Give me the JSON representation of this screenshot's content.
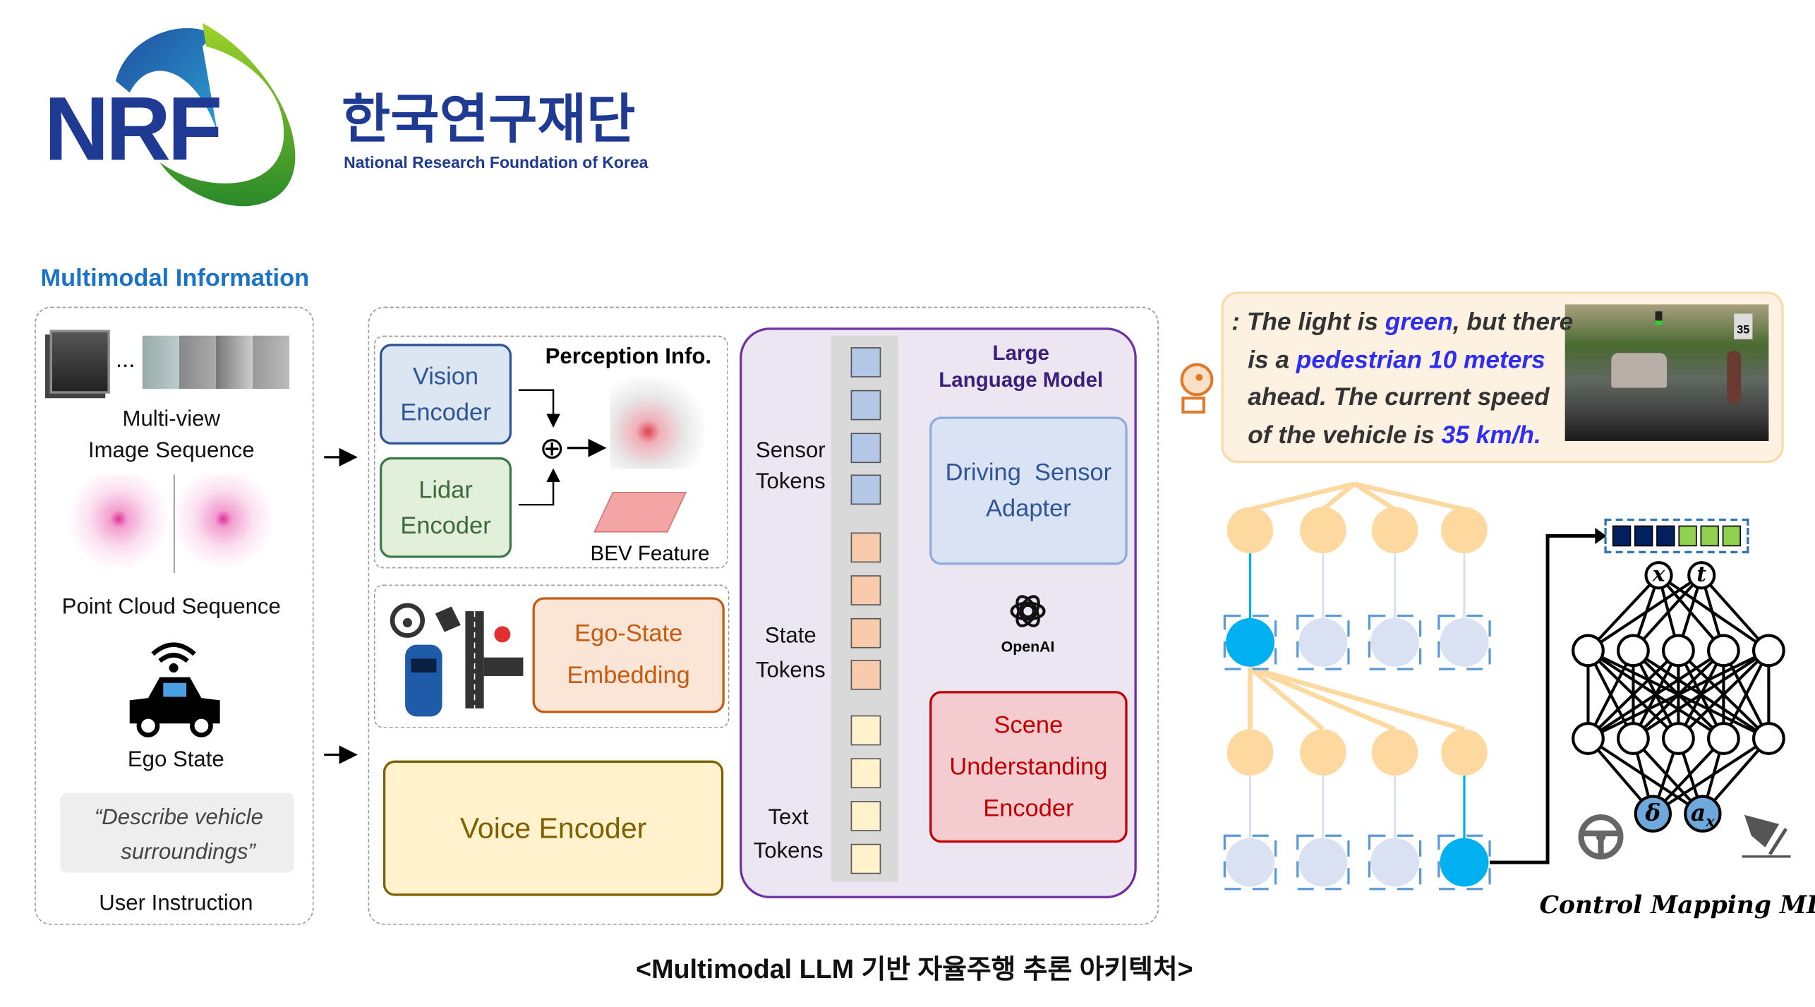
{
  "logo": {
    "mark": "NRF",
    "korean": "한국연구재단",
    "english": "National Research Foundation of Korea"
  },
  "section_title": "Multimodal Information",
  "inputs": {
    "image_label_1": "Multi-view",
    "image_label_2": "Image Sequence",
    "ellipsis": "...",
    "pointcloud_label": "Point Cloud Sequence",
    "ego_label": "Ego State",
    "instruction_line1": "“Describe vehicle",
    "instruction_line2": "surroundings”",
    "instruction_label": "User Instruction"
  },
  "perception": {
    "title": "Perception Info.",
    "vision": "Vision Encoder",
    "lidar": "Lidar Encoder",
    "bev": "BEV Feature",
    "fuse_symbol": "⊕"
  },
  "ego_embedding": "Ego-State Embedding",
  "voice_encoder": "Voice Encoder",
  "llm": {
    "title_1": "Large",
    "title_2": "Language Model",
    "sensor_1": "Sensor",
    "sensor_2": "Tokens",
    "state_1": "State",
    "state_2": "Tokens",
    "text_1": "Text",
    "text_2": "Tokens",
    "adapter": "Driving  Sensor Adapter",
    "openai": "OpenAI",
    "scene": "Scene Understanding Encoder"
  },
  "response": {
    "p1": ": The light is ",
    "h1": "green",
    "p2": ", but there",
    "p3": "is a ",
    "h2": "pedestrian 10 meters",
    "p4": "ahead. The current speed",
    "p5": "of the vehicle is ",
    "h3": "35 km/h.",
    "sign": "35"
  },
  "mlp": {
    "in_x": "x",
    "in_t": "t",
    "out_delta": "δ",
    "out_a": "a",
    "out_a_sub": "x",
    "title": "Control Mapping MLP"
  },
  "caption": "<Multimodal LLM 기반 자율주행 추론 아키텍처>",
  "colors": {
    "nrf_blue": "#1f3a93",
    "section_blue": "#1a73c6",
    "highlight": "#2e2ef0",
    "llm_border": "#7030a0",
    "active_node": "#00b0f0",
    "inactive_node": "#d9e1f2",
    "orange_node": "#fdd9a0"
  }
}
